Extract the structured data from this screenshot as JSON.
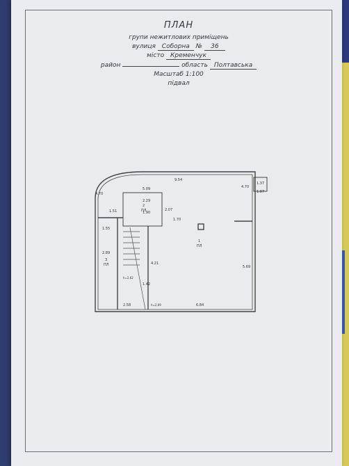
{
  "header": {
    "title": "ПЛАН",
    "subtitle": "групи нежитлових приміщень",
    "street_label": "вулиця",
    "street_value": "Соборна",
    "number_label": "№",
    "number_value": "36",
    "city_label": "місто",
    "city_value": "Кременчук",
    "district_label": "район",
    "district_value": "",
    "oblast_label": "область",
    "oblast_value": "Полтавська",
    "scale": "Масштаб 1:100",
    "floor": "підвал"
  },
  "plan": {
    "dimensions": [
      "9.54",
      "5.09",
      "2.29",
      "1.90",
      "2.07",
      "1.70",
      "1.51",
      "4.70",
      "2.89",
      "1.55",
      "4.21",
      "5.69",
      "2.58",
      "6.84",
      "4.70",
      "1.37",
      "1.42",
      "1.87"
    ],
    "rooms": [
      {
        "number": "1",
        "area": "ПЛ"
      },
      {
        "number": "2",
        "area": "ПЛ"
      },
      {
        "number": "3",
        "area": "ПЛ"
      }
    ],
    "levels": [
      "h=2,62",
      "h=2,69"
    ]
  }
}
